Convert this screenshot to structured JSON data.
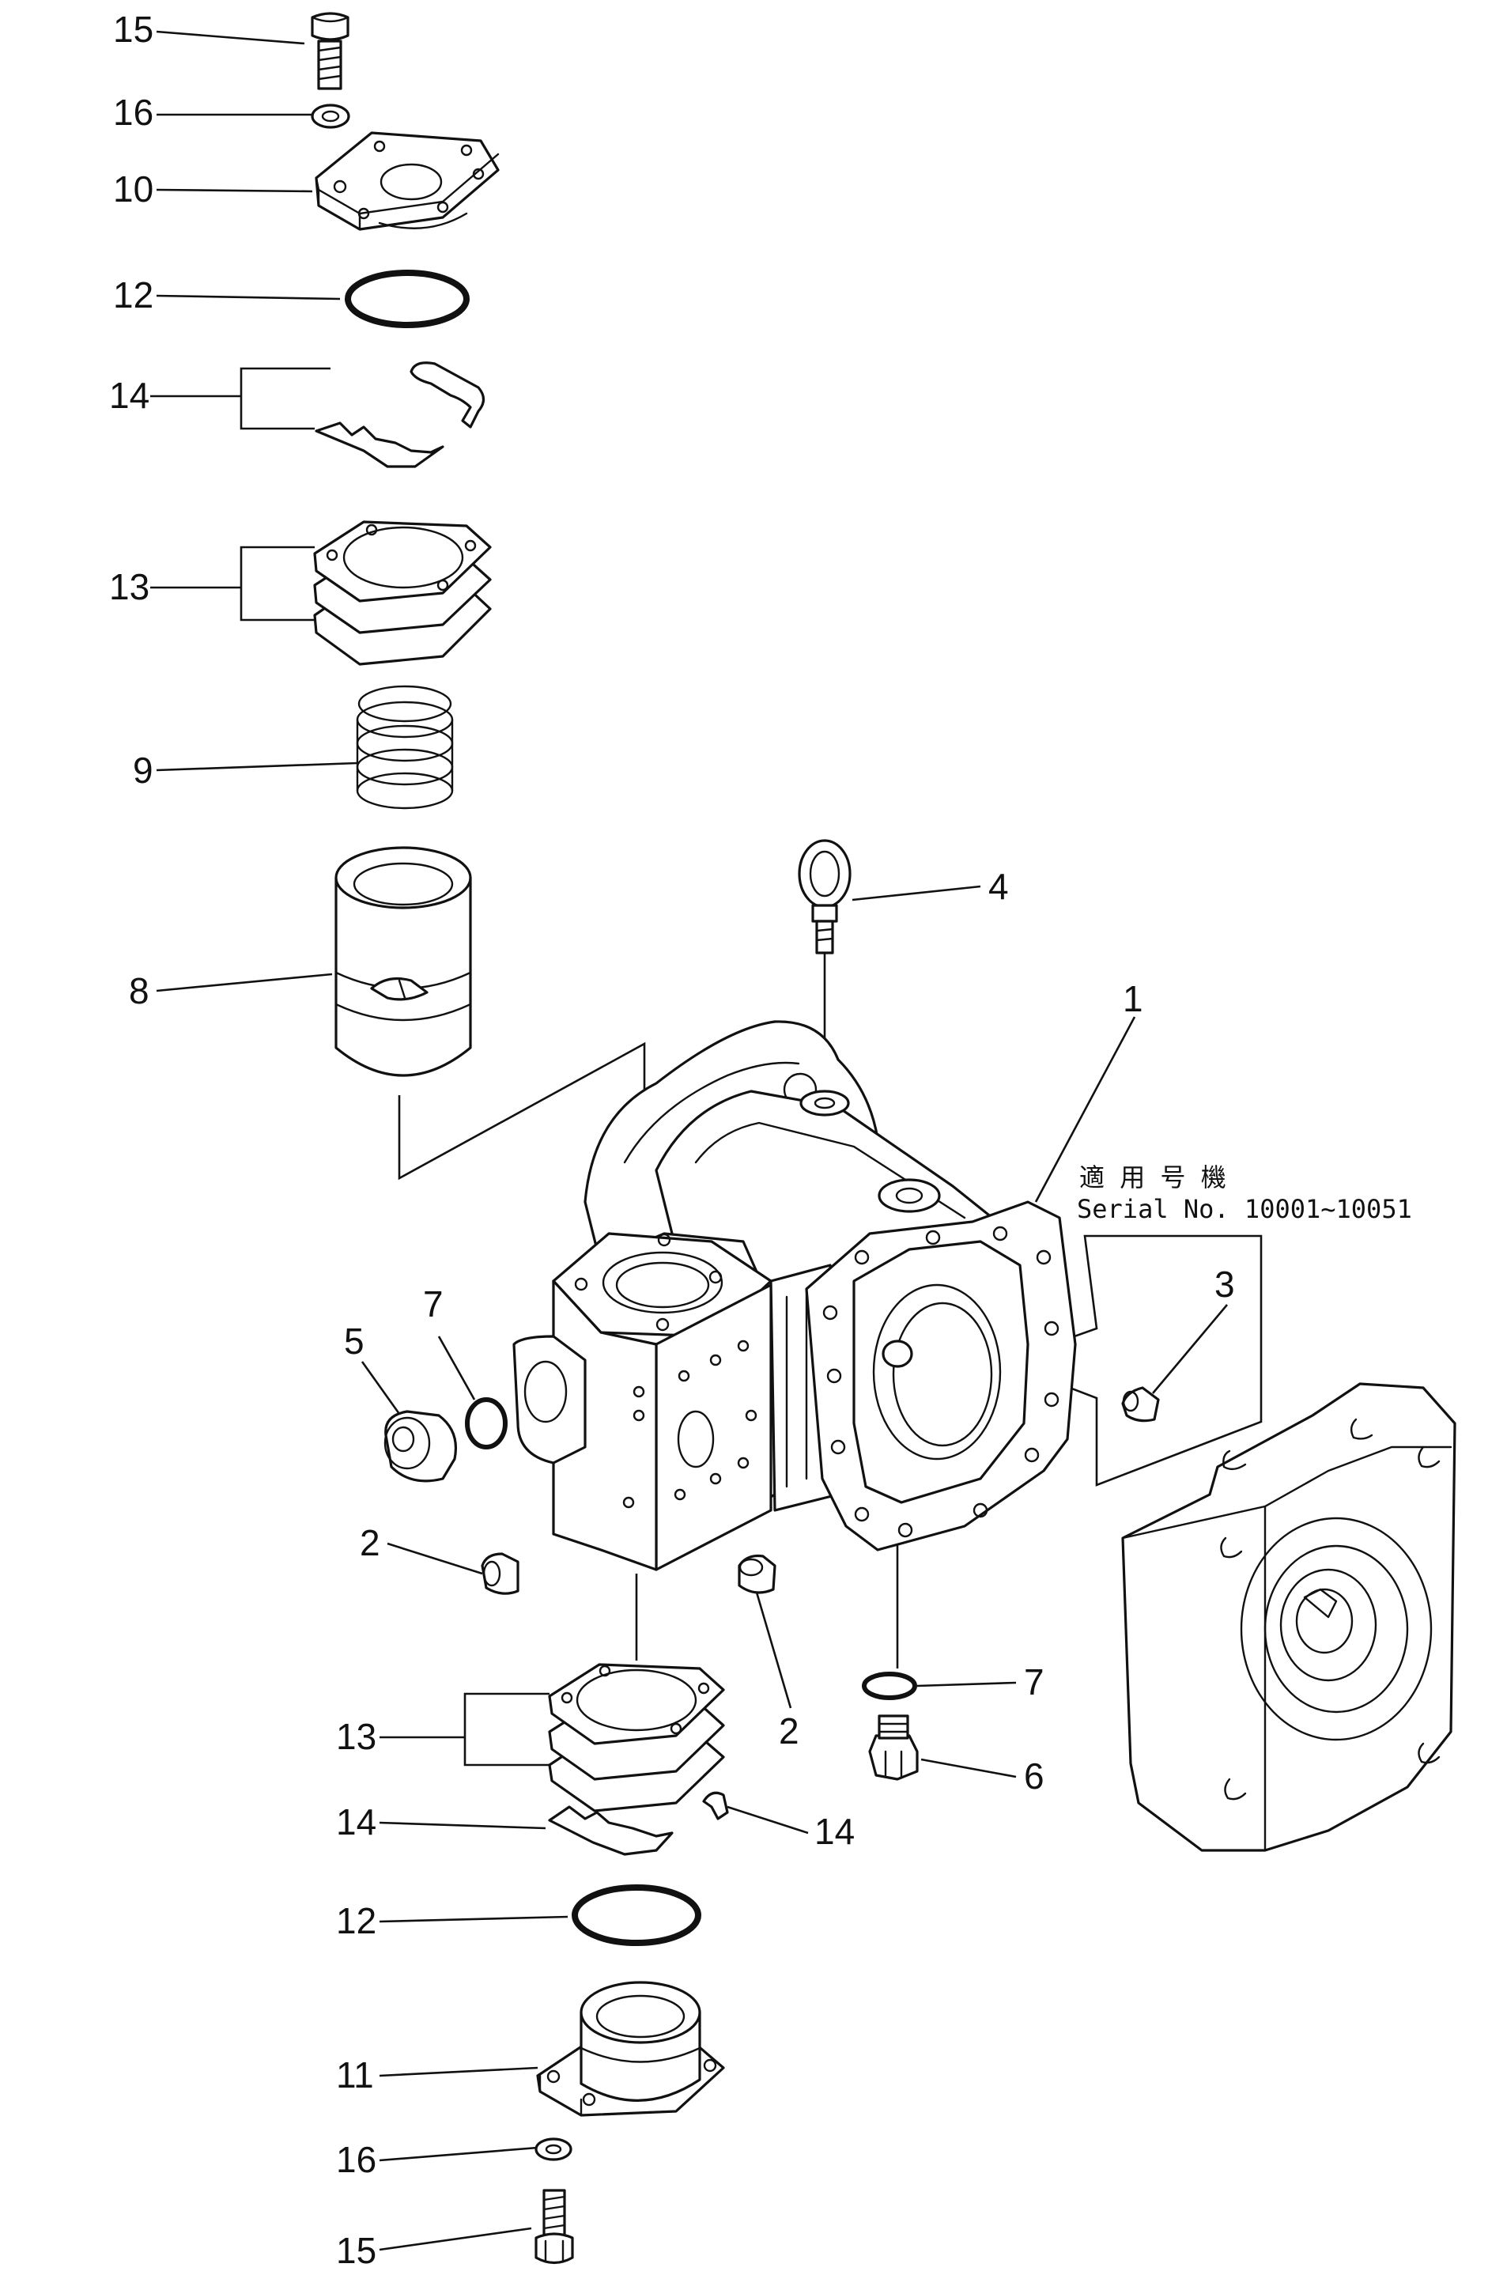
{
  "callouts": [
    {
      "id": "top-15",
      "text": "15"
    },
    {
      "id": "top-16",
      "text": "16"
    },
    {
      "id": "top-10",
      "text": "10"
    },
    {
      "id": "top-12",
      "text": "12"
    },
    {
      "id": "top-14",
      "text": "14"
    },
    {
      "id": "top-13",
      "text": "13"
    },
    {
      "id": "top-9",
      "text": "9"
    },
    {
      "id": "top-8",
      "text": "8"
    },
    {
      "id": "c-4",
      "text": "4"
    },
    {
      "id": "c-1",
      "text": "1"
    },
    {
      "id": "c-3",
      "text": "3"
    },
    {
      "id": "c-7a",
      "text": "7"
    },
    {
      "id": "c-5",
      "text": "5"
    },
    {
      "id": "c-2a",
      "text": "2"
    },
    {
      "id": "c-2b",
      "text": "2"
    },
    {
      "id": "c-7b",
      "text": "7"
    },
    {
      "id": "c-6",
      "text": "6"
    },
    {
      "id": "bot-13",
      "text": "13"
    },
    {
      "id": "bot-14a",
      "text": "14"
    },
    {
      "id": "bot-14b",
      "text": "14"
    },
    {
      "id": "bot-12",
      "text": "12"
    },
    {
      "id": "bot-11",
      "text": "11"
    },
    {
      "id": "bot-16",
      "text": "16"
    },
    {
      "id": "bot-15",
      "text": "15"
    }
  ],
  "serial_note": {
    "line1": "適 用 号 機",
    "line2": "Serial  No.  10001~10051"
  }
}
